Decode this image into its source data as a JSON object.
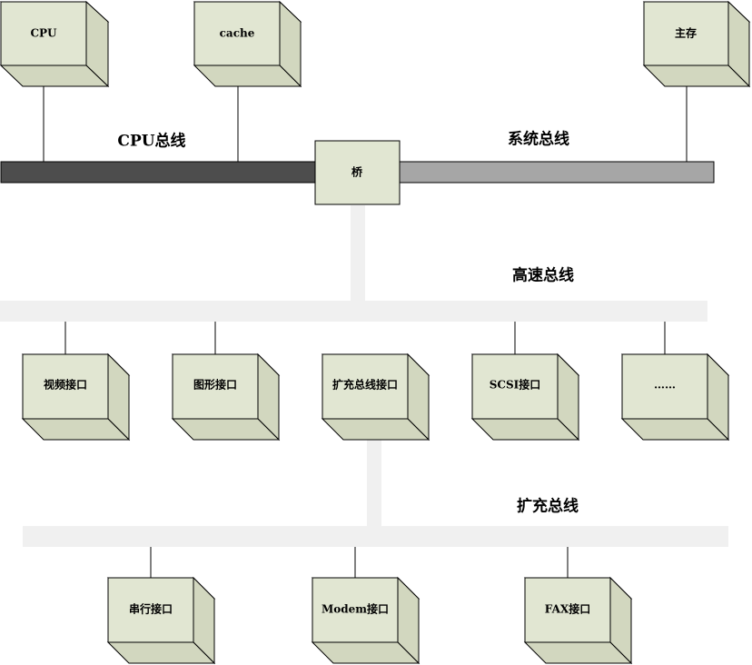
{
  "colors": {
    "cube_front": "#e1e6d2",
    "cube_side": "#d2d7bf",
    "cube_top": "#d2d7bf",
    "cpu_bus": "#4d4d4d",
    "system_bus": "#a6a6a6",
    "light_bus": "#f0f0f0"
  },
  "components": {
    "cpu": "CPU",
    "cache": "cache",
    "main_memory": "主存",
    "bridge": "桥",
    "video_interface": "视频接口",
    "graphics_interface": "图形接口",
    "expansion_bus_interface": "扩充总线接口",
    "scsi_interface": "SCSI接口",
    "ellipsis_interface": "……",
    "serial_interface": "串行接口",
    "modem_interface": "Modem接口",
    "fax_interface": "FAX接口"
  },
  "buses": {
    "cpu_bus": "CPU总线",
    "system_bus": "系统总线",
    "high_speed_bus": "高速总线",
    "expansion_bus": "扩充总线"
  }
}
